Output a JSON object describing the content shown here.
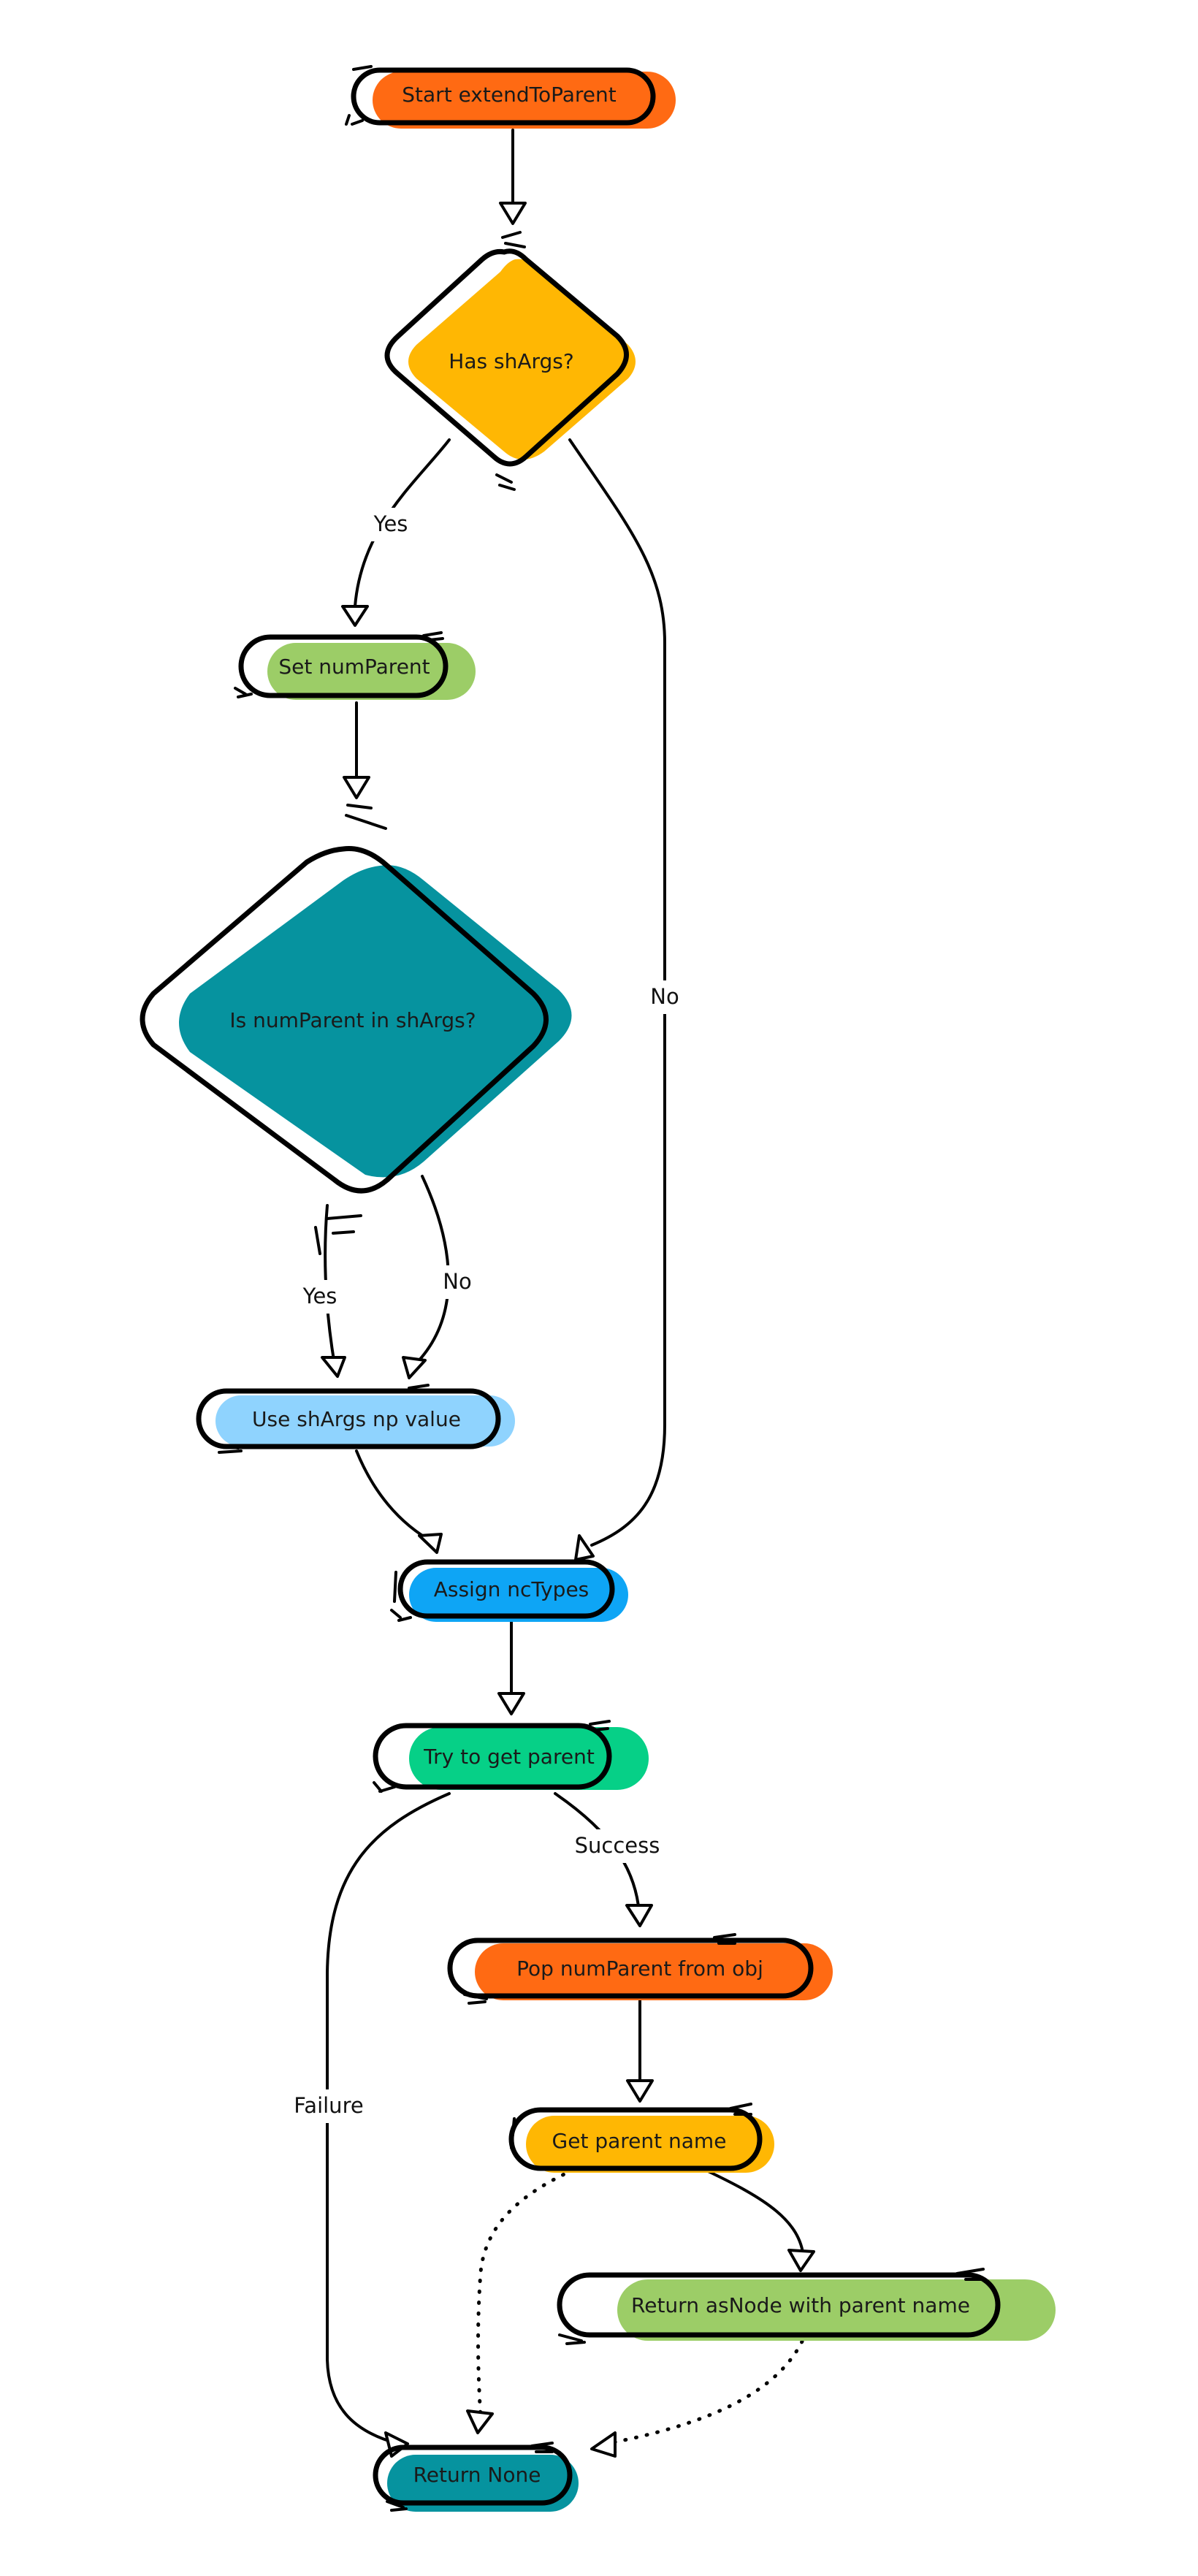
{
  "nodes": {
    "start": {
      "label": "Start extendToParent",
      "color": "#ff6a13"
    },
    "has_shargs": {
      "label": "Has shArgs?",
      "color": "#ffb703"
    },
    "set_numparent": {
      "label": "Set numParent",
      "color": "#9ccd67"
    },
    "is_numparent": {
      "label": "Is numParent in shArgs?",
      "color": "#06939f"
    },
    "use_shargs": {
      "label": "Use shArgs np value",
      "color": "#8fd3fe"
    },
    "assign_nctypes": {
      "label": "Assign ncTypes",
      "color": "#0ea5f5"
    },
    "try_parent": {
      "label": "Try to get parent",
      "color": "#06d087"
    },
    "pop_numparent": {
      "label": "Pop numParent from obj",
      "color": "#ff6a13"
    },
    "get_parent_name": {
      "label": "Get parent name",
      "color": "#ffb703"
    },
    "return_asnode": {
      "label": "Return asNode with parent name",
      "color": "#9ccd67"
    },
    "return_none": {
      "label": "Return None",
      "color": "#06939f"
    }
  },
  "edge_labels": {
    "has_yes": "Yes",
    "has_no": "No",
    "in_yes": "Yes",
    "in_no": "No",
    "success": "Success",
    "failure": "Failure"
  }
}
